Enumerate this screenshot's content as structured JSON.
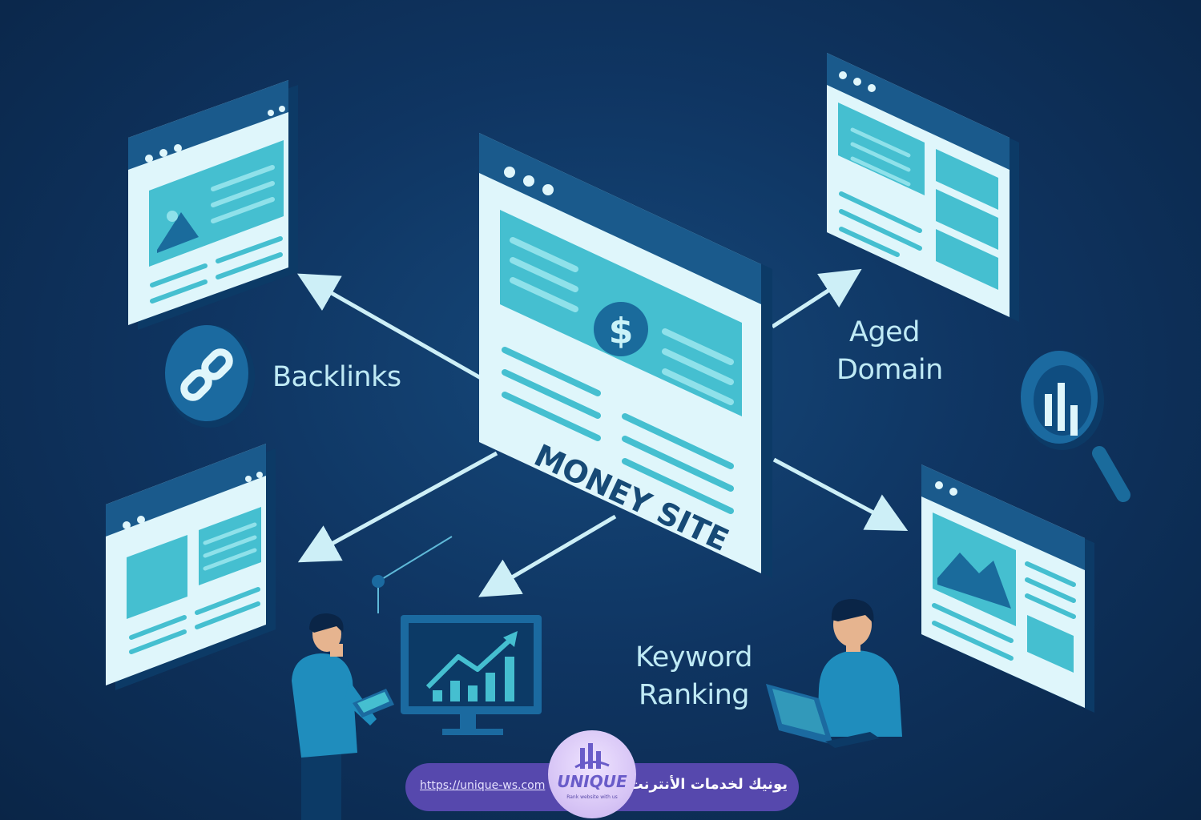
{
  "labels": {
    "backlinks": "Backlinks",
    "aged_domain_line1": "Aged",
    "aged_domain_line2": "Domain",
    "keyword_ranking_line1": "Keyword",
    "keyword_ranking_line2": "Ranking",
    "money_site": "MONEY SITE"
  },
  "icons": {
    "currency": "$",
    "link": "link-icon",
    "magnifier": "magnifier-chart-icon",
    "trend_chart": "trend-chart-icon",
    "image": "image-icon"
  },
  "footer": {
    "url": "https://unique-ws.com",
    "arabic_name": "يونيك لخدمات الأنترنت",
    "logo_word": "UNIQUE",
    "logo_tagline": "Rank website with us"
  },
  "colors": {
    "background": "#0f3562",
    "card_face": "#dff6fb",
    "card_header": "#0f4d80",
    "accent_teal": "#3ec9d6",
    "label_text": "#bfeaf5",
    "badge": "#5648ad"
  }
}
